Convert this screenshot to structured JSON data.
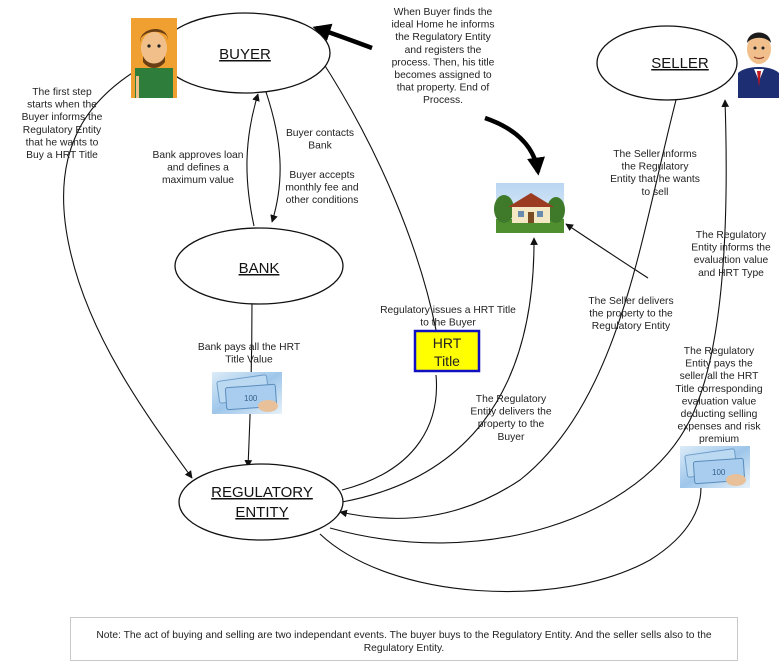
{
  "nodes": {
    "buyer": "BUYER",
    "seller": "SELLER",
    "bank": "BANK",
    "regulatory": [
      "REGULATORY",
      "ENTITY"
    ]
  },
  "hrt_title": [
    "HRT",
    "Title"
  ],
  "annotations": {
    "first_step": [
      "The first step",
      "starts when the",
      "Buyer informs the",
      "Regulatory Entity",
      "that he wants to",
      "Buy a HRT Title"
    ],
    "buyer_finds_home": [
      "When Buyer finds the",
      "ideal Home he informs",
      "the Regulatory Entity",
      "and registers the",
      "process. Then, his title",
      "becomes assigned to",
      "that property. End of",
      "Process."
    ],
    "bank_approves": [
      "Bank approves loan",
      "and defines a",
      "maximum value"
    ],
    "buyer_contacts": [
      "Buyer contacts",
      "Bank"
    ],
    "buyer_accepts": [
      "Buyer accepts",
      "monthly fee and",
      "other conditions"
    ],
    "seller_informs": [
      "The Seller informs",
      "the Regulatory",
      "Entity that he wants",
      "to sell"
    ],
    "re_informs_value": [
      "The Regulatory",
      "Entity informs the",
      "evaluation value",
      "and HRT Type"
    ],
    "seller_delivers": [
      "The Seller delivers",
      "the property to the",
      "Regulatory Entity"
    ],
    "regulatory_issues": [
      "Regulatory issues a HRT Title",
      "to the Buyer"
    ],
    "bank_pays": [
      "Bank pays all the HRT",
      "Title Value"
    ],
    "re_delivers": [
      "The Regulatory",
      "Entity delivers the",
      "property to the",
      "Buyer"
    ],
    "re_pays_seller": [
      "The Regulatory",
      "Entity pays the",
      "seller all the HRT",
      "Title corresponding",
      "evaluation value",
      "deducting selling",
      "expenses and risk",
      "premium"
    ]
  },
  "note": "Note: The act of buying and selling are two independant events. The buyer buys to the Regulatory Entity. And the seller sells also to the Regulatory Entity.",
  "colors": {
    "hrt_fill": "#ffff00",
    "hrt_border": "#1010c0"
  }
}
